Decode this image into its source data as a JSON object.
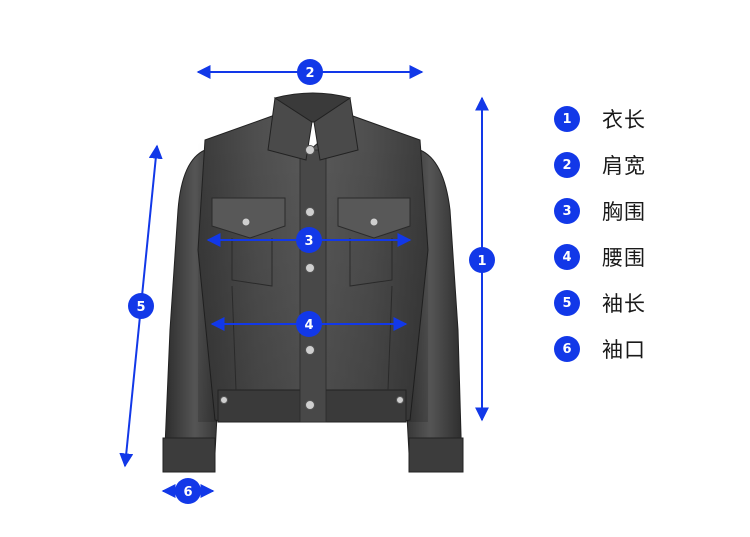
{
  "measurements": [
    {
      "number": "1",
      "label": "衣长"
    },
    {
      "number": "2",
      "label": "肩宽"
    },
    {
      "number": "3",
      "label": "胸围"
    },
    {
      "number": "4",
      "label": "腰围"
    },
    {
      "number": "5",
      "label": "袖长"
    },
    {
      "number": "6",
      "label": "袖口"
    }
  ],
  "colors": {
    "accent": "#1238e8",
    "denim_dark": "#2b2b2b",
    "denim_mid": "#4a4a4a",
    "denim_light": "#6a6a6a"
  }
}
